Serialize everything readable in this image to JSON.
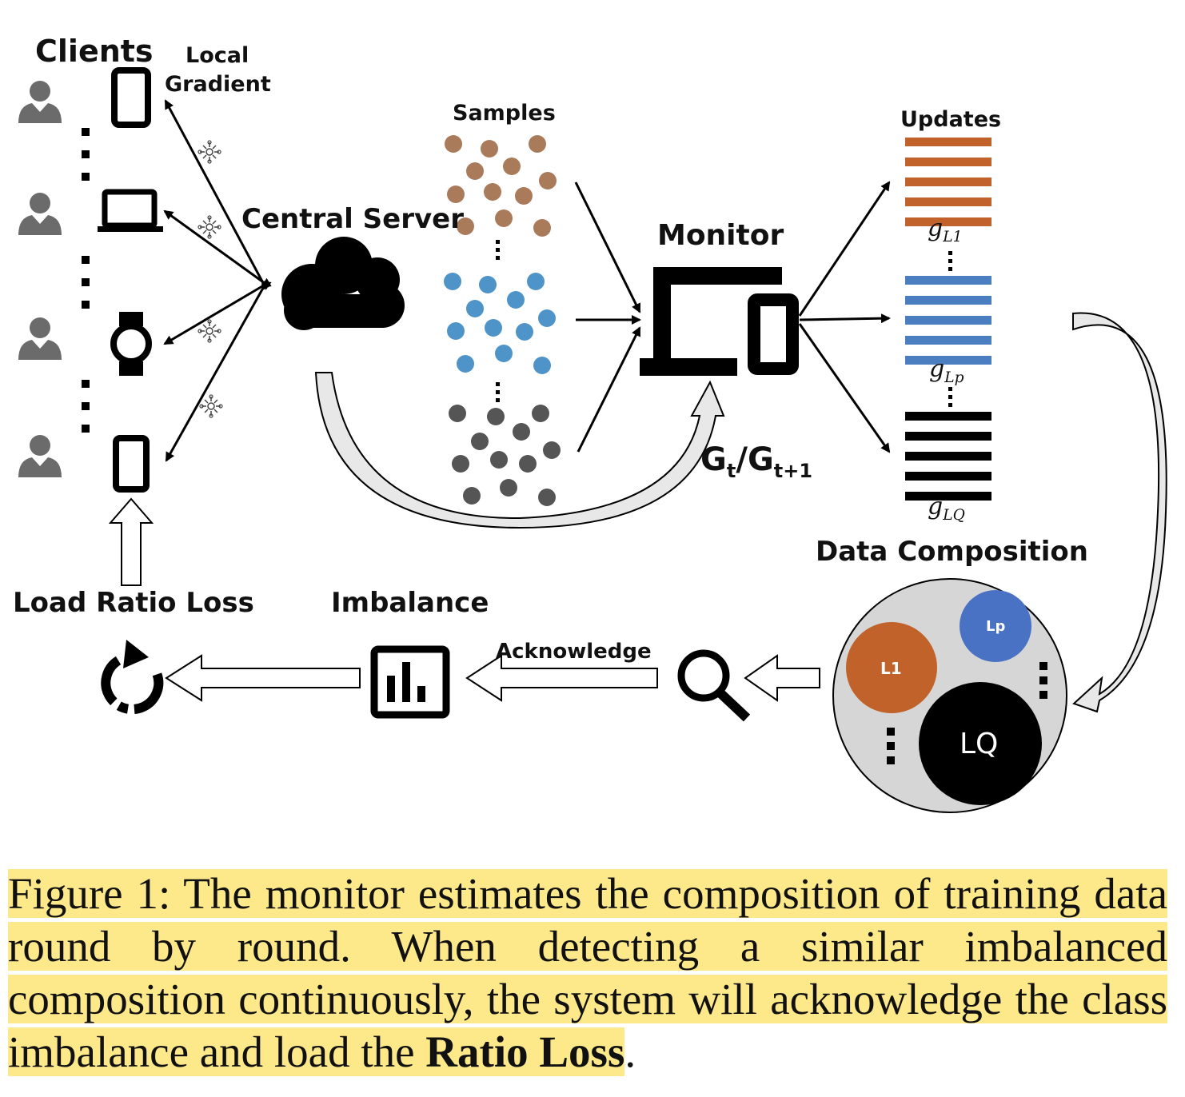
{
  "labels": {
    "clients": "Clients",
    "local_gradient_1": "Local",
    "local_gradient_2": "Gradient",
    "central_server": "Central Server",
    "samples": "Samples",
    "monitor": "Monitor",
    "updates": "Updates",
    "g_main": "g",
    "g_sub_1": "L1",
    "g_sub_p": "Lp",
    "g_sub_q": "LQ",
    "gt_1": "G",
    "gt_sub1": "t",
    "gt_slash": "/G",
    "gt_sub2": "t+1",
    "data_composition": "Data Composition",
    "load_ratio_loss": "Load Ratio Loss",
    "imbalance": "Imbalance",
    "acknowledge": "Acknowledge",
    "circle_l1": "L1",
    "circle_lp": "Lp",
    "circle_lq": "LQ"
  },
  "colors": {
    "brown": "#a97b5b",
    "blue": "#4f94c8",
    "dark": "#555555",
    "orange_stripe": "#c0622a",
    "blue_stripe": "#4a7ec0",
    "black_stripe": "#000000",
    "composition_bg": "#d6d6d6",
    "l1_circle": "#c0622a",
    "lp_circle": "#4a72c4",
    "highlight": "#fde88a"
  },
  "caption": {
    "part1": "Figure 1: The monitor estimates the composition of training data round by round. When detecting a similar imbalanced composition continuously, the system will acknowledge the class imbalance and load the ",
    "bold": "Ratio Loss",
    "part2": "."
  }
}
